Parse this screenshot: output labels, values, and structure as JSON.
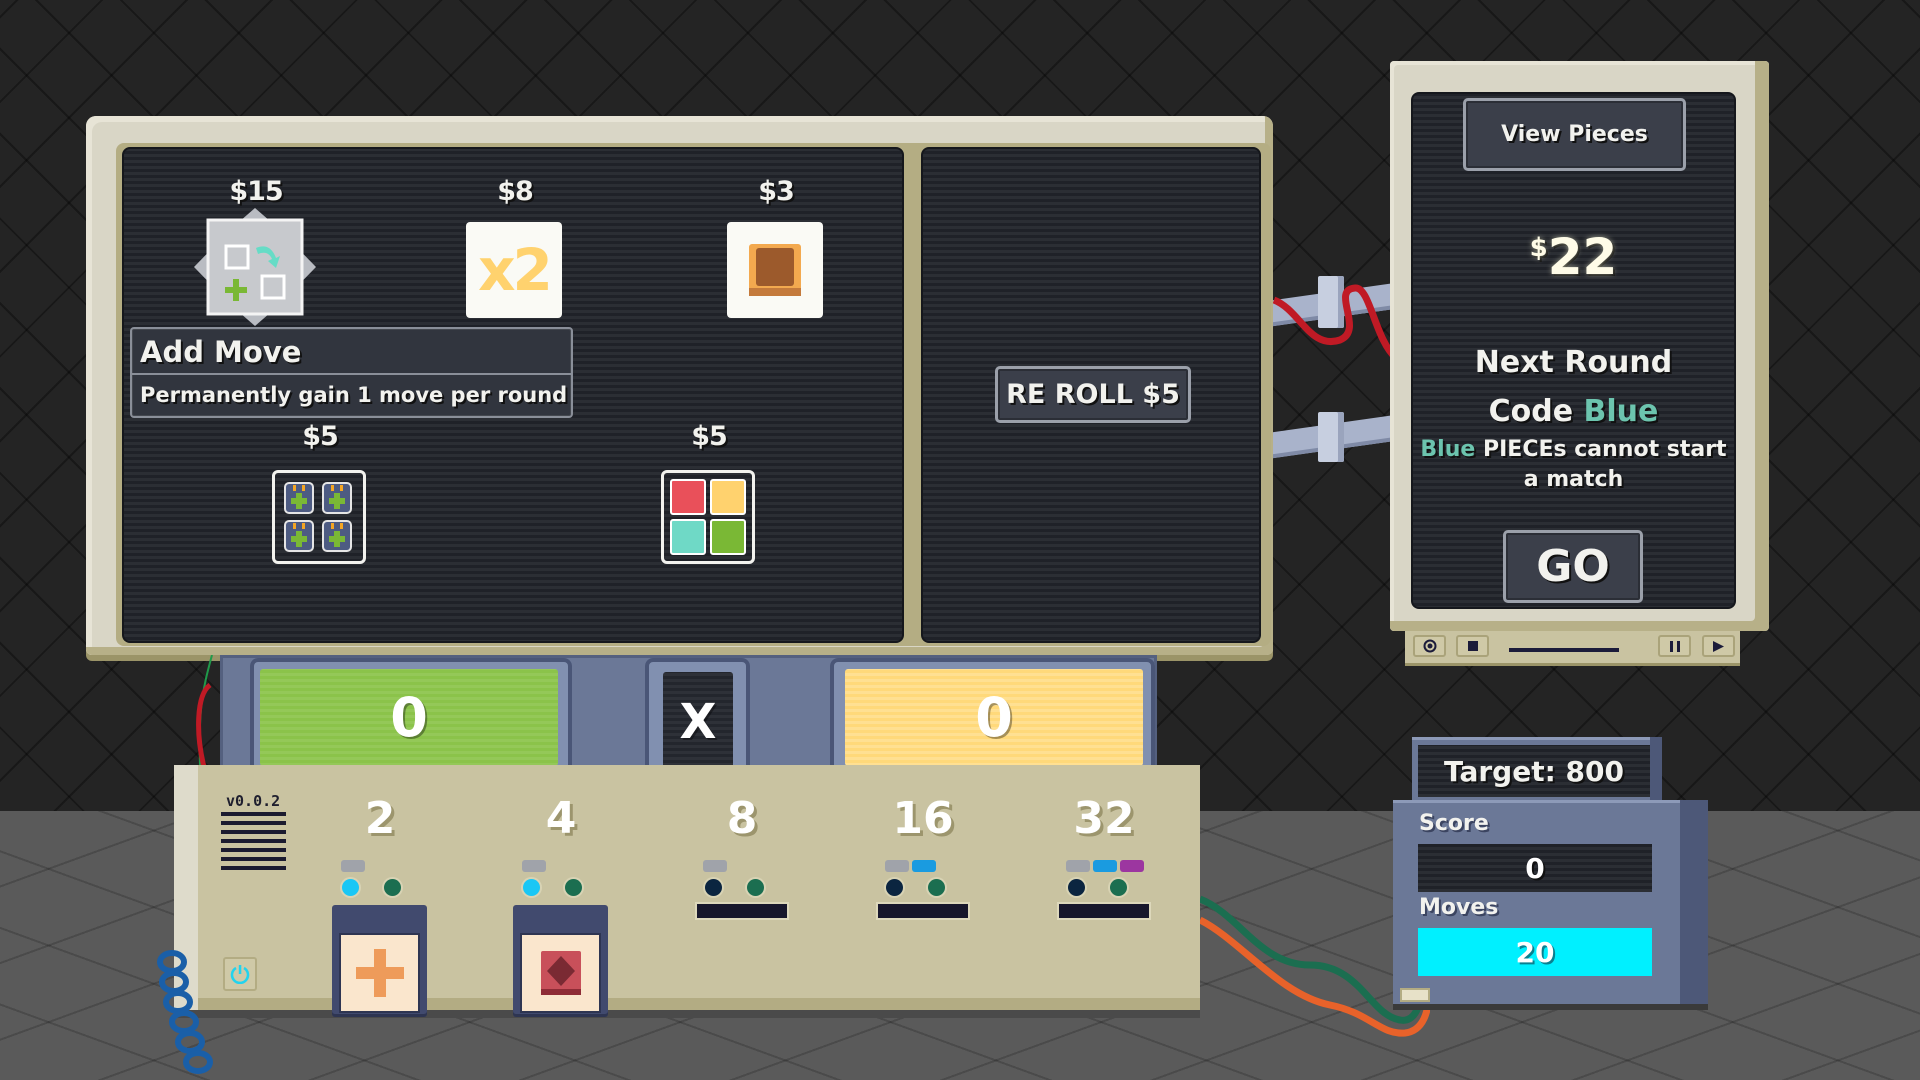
{
  "shop": {
    "items": [
      {
        "name": "add-move",
        "price": "$15",
        "icon": "add-move-icon",
        "selected": true
      },
      {
        "name": "multiplier-x2",
        "price": "$8",
        "icon": "x2-icon",
        "label": "x2"
      },
      {
        "name": "wooden-block",
        "price": "$3",
        "icon": "block-icon"
      },
      {
        "name": "add-piece-pack",
        "price": "$5",
        "icon": "four-jars-plus-icon"
      },
      {
        "name": "color-pack",
        "price": "$5",
        "icon": "four-color-tiles-icon"
      }
    ],
    "tooltip": {
      "title": "Add Move",
      "description": "Permanently gain 1 move per round"
    },
    "colors": {
      "red": "#e9505a",
      "yellow": "#ffd26e",
      "teal": "#6fd9c6",
      "green": "#7ab835"
    }
  },
  "reroll": {
    "label": "RE ROLL $5"
  },
  "side_panel": {
    "view_pieces_label": "View Pieces",
    "money_symbol": "$",
    "money_value": "22",
    "next_round_label": "Next Round",
    "code_prefix": "Code",
    "code_color": "Blue",
    "rule_color_word": "Blue",
    "rule_text": "PIECEs cannot start",
    "rule_text_line2": "a match",
    "go_label": "GO",
    "accent_color": "#6cc4ae",
    "controls": [
      "record-button",
      "stop-button",
      "pause-button",
      "play-button"
    ]
  },
  "score_row": {
    "base_value": "0",
    "multiply_symbol": "X",
    "multiplier_value": "0",
    "base_color": "#8bc34a",
    "multiplier_color": "#ffd97a"
  },
  "base_unit": {
    "version": "v0.0.2",
    "lanes": [
      {
        "value": "2",
        "pills": [
          "#a0a3aa"
        ],
        "led_left_on": true,
        "cartridge": "plus"
      },
      {
        "value": "4",
        "pills": [
          "#a0a3aa"
        ],
        "led_left_on": true,
        "cartridge": "diamond"
      },
      {
        "value": "8",
        "pills": [
          "#a0a3aa"
        ],
        "led_left_on": false,
        "cartridge": null
      },
      {
        "value": "16",
        "pills": [
          "#a0a3aa",
          "#1a9be0"
        ],
        "led_left_on": false,
        "cartridge": null
      },
      {
        "value": "32",
        "pills": [
          "#a0a3aa",
          "#1a9be0",
          "#9c36a0"
        ],
        "led_left_on": false,
        "cartridge": null
      }
    ]
  },
  "scoreboard": {
    "target_label": "Target: 800",
    "score_label": "Score",
    "score_value": "0",
    "moves_label": "Moves",
    "moves_value": "20",
    "moves_color": "#00f0ff"
  }
}
